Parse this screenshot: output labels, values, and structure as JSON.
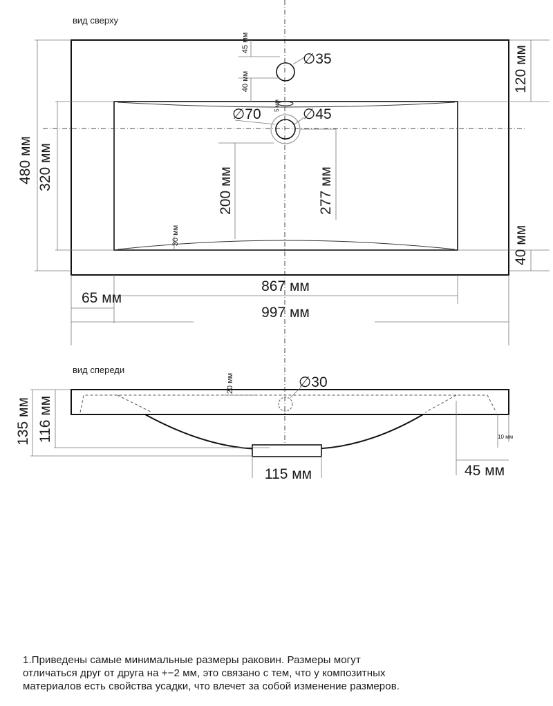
{
  "views": {
    "top": "вид сверху",
    "front": "вид спереди"
  },
  "top_view": {
    "dim_480": "480 мм",
    "dim_320": "320 мм",
    "dim_45": "45 мм",
    "dim_40_upper": "40 мм",
    "dim_5": "5 мм",
    "dia_35": "∅35",
    "dia_70": "∅70",
    "dia_45": "∅45",
    "dim_200": "200 мм",
    "dim_277": "277 мм",
    "dim_30": "30 мм",
    "dim_120": "120 мм",
    "dim_40_right": "40 мм",
    "dim_867": "867 мм",
    "dim_65": "65 мм",
    "dim_997": "997 мм"
  },
  "front_view": {
    "dim_20": "20 мм",
    "dia_30": "∅30",
    "dim_135": "135 мм",
    "dim_116": "116 мм",
    "dim_10": "10 мм",
    "dim_115": "115 мм",
    "dim_45": "45 мм"
  },
  "note": {
    "line1": "1.Приведены самые минимальные размеры раковин. Размеры могут",
    "line2": "отличаться друг от друга на +−2 мм, это связано с тем, что у композитных",
    "line3": "материалов есть свойства усадки, что влечет за собой изменение размеров."
  }
}
